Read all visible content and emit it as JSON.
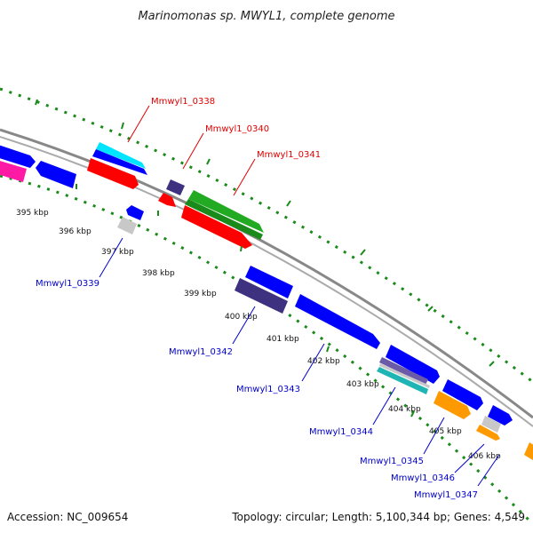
{
  "title": "Marinomonas sp. MWYL1, complete genome",
  "footer": {
    "accession": "Accession: NC_009654",
    "summary": "Topology: circular; Length: 5,100,344 bp; Genes: 4,549"
  },
  "colors": {
    "background": "#ffffff",
    "backbone": "#999999",
    "dotted_ring": "#1a8a1a",
    "label_top": "#e00000",
    "label_bottom": "#0000cc",
    "gene_blue": "#0000ff",
    "gene_red": "#ff0000",
    "gene_green": "#22aa22",
    "gene_cyan": "#00e5ff",
    "gene_navy": "#3d3180",
    "gene_gray": "#c8c8c8",
    "gene_orange": "#ff9900",
    "gene_magenta": "#ff1aa6",
    "gene_teal": "#1fb5b5"
  },
  "scale": {
    "ticks": [
      "395 kbp",
      "396 kbp",
      "397 kbp",
      "398 kbp",
      "399 kbp",
      "400 kbp",
      "401 kbp",
      "402 kbp",
      "403 kbp",
      "404 kbp",
      "405 kbp",
      "406 kbp"
    ]
  },
  "gene_labels_top": [
    "Mmwyl1_0338",
    "Mmwyl1_0340",
    "Mmwyl1_0341"
  ],
  "gene_labels_bottom": [
    "Mmwyl1_0339",
    "Mmwyl1_0342",
    "Mmwyl1_0343",
    "Mmwyl1_0344",
    "Mmwyl1_0345",
    "Mmwyl1_0346",
    "Mmwyl1_0347"
  ]
}
